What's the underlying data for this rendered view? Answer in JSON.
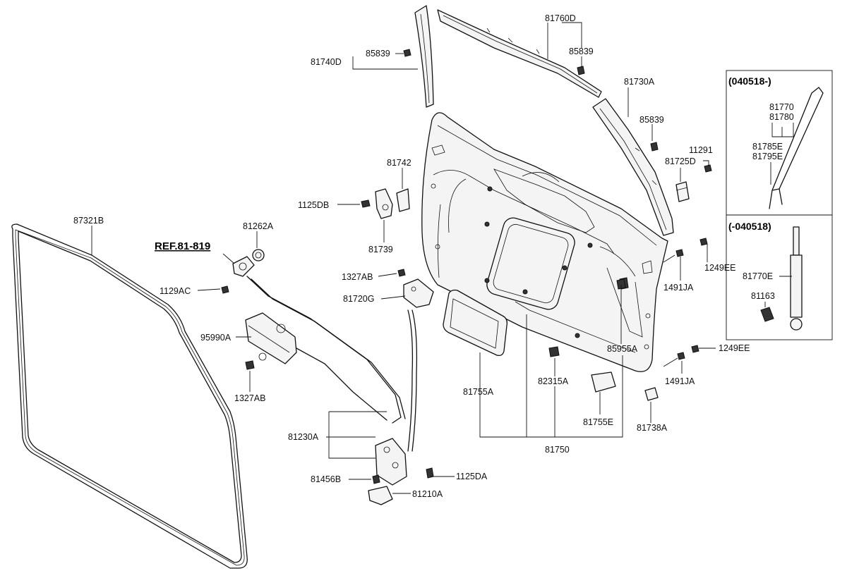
{
  "diagram": {
    "reference_label": "REF.81-819",
    "inset_top": {
      "header": "(040518-)"
    },
    "inset_bottom": {
      "header": "(-040518)"
    },
    "parts": {
      "p81760D": "81760D",
      "p85839_a": "85839",
      "p85839_b": "85839",
      "p85839_c": "85839",
      "p81740D": "81740D",
      "p81730A": "81730A",
      "p11291": "11291",
      "p81725D": "81725D",
      "p81742": "81742",
      "p1125DB": "1125DB",
      "p81739": "81739",
      "p87321B": "87321B",
      "p81262A": "81262A",
      "p1129AC": "1129AC",
      "p1327AB_a": "1327AB",
      "p81720G": "81720G",
      "p95990A": "95990A",
      "p1327AB_b": "1327AB",
      "p81230A": "81230A",
      "p81456B": "81456B",
      "p1125DA": "1125DA",
      "p81210A": "81210A",
      "p81755A": "81755A",
      "p82315A": "82315A",
      "p81755E": "81755E",
      "p81750": "81750",
      "p85955A": "85955A",
      "p1249EE_a": "1249EE",
      "p1491JA_a": "1491JA",
      "p1249EE_b": "1249EE",
      "p1491JA_b": "1491JA",
      "p81738A": "81738A",
      "p81770": "81770",
      "p81780": "81780",
      "p81785E": "81785E",
      "p81795E": "81795E",
      "p81770E": "81770E",
      "p81163": "81163"
    }
  }
}
